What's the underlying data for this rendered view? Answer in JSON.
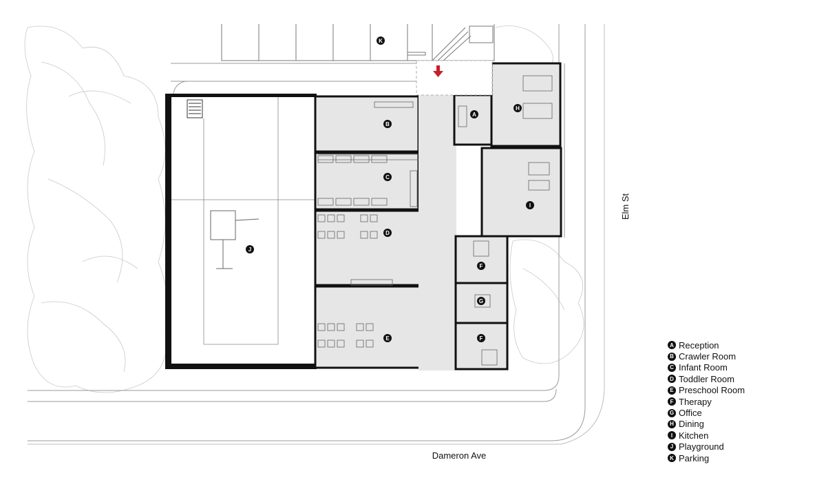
{
  "streets": {
    "south": "Dameron Ave",
    "east": "Elm St"
  },
  "legend": [
    {
      "key": "A",
      "label": "Reception"
    },
    {
      "key": "B",
      "label": "Crawler Room"
    },
    {
      "key": "C",
      "label": "Infant Room"
    },
    {
      "key": "D",
      "label": "Toddler Room"
    },
    {
      "key": "E",
      "label": "Preschool Room"
    },
    {
      "key": "F",
      "label": "Therapy"
    },
    {
      "key": "G",
      "label": "Office"
    },
    {
      "key": "H",
      "label": "Dining"
    },
    {
      "key": "I",
      "label": "Kitchen"
    },
    {
      "key": "J",
      "label": "Playground"
    },
    {
      "key": "K",
      "label": "Parking"
    }
  ],
  "colors": {
    "wall": "#111111",
    "room_fill": "#e6e6e6",
    "entry_arrow": "#c8202a",
    "line": "#b5b5b5"
  },
  "icons": {
    "entry": "entry-arrow-icon"
  }
}
